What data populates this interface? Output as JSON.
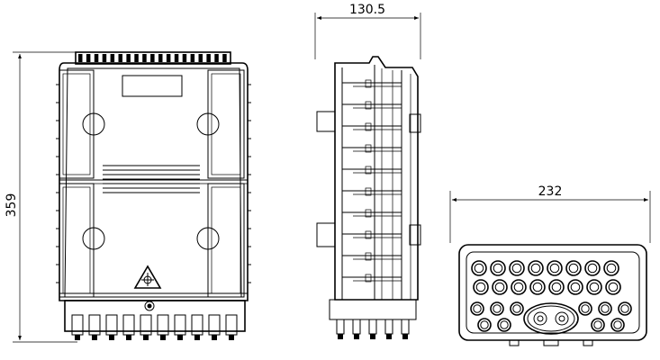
{
  "dimensions": {
    "front_height": "359",
    "side_depth": "130.5",
    "bottom_width": "232"
  }
}
